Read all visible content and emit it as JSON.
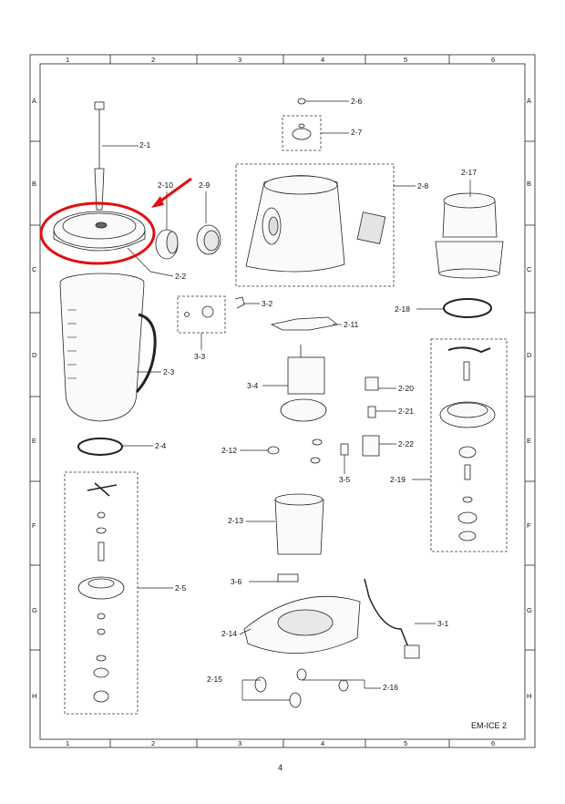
{
  "frame": {
    "col_labels": [
      "1",
      "2",
      "3",
      "4",
      "5",
      "6"
    ],
    "row_labels": [
      "A",
      "B",
      "C",
      "D",
      "E",
      "F",
      "G",
      "H"
    ]
  },
  "parts": [
    {
      "id": "p2-1",
      "label": "2-1"
    },
    {
      "id": "p2-2",
      "label": "2-2"
    },
    {
      "id": "p2-3",
      "label": "2-3"
    },
    {
      "id": "p2-4",
      "label": "2-4"
    },
    {
      "id": "p2-5",
      "label": "2-5"
    },
    {
      "id": "p2-6",
      "label": "2-6"
    },
    {
      "id": "p2-7",
      "label": "2-7"
    },
    {
      "id": "p2-8",
      "label": "2-8"
    },
    {
      "id": "p2-9",
      "label": "2-9"
    },
    {
      "id": "p2-10",
      "label": "2-10"
    },
    {
      "id": "p2-11",
      "label": "2-11"
    },
    {
      "id": "p2-12",
      "label": "2-12"
    },
    {
      "id": "p2-13",
      "label": "2-13"
    },
    {
      "id": "p2-14",
      "label": "2-14"
    },
    {
      "id": "p2-15",
      "label": "2-15"
    },
    {
      "id": "p2-16",
      "label": "2-16"
    },
    {
      "id": "p2-17",
      "label": "2-17"
    },
    {
      "id": "p2-18",
      "label": "2-18"
    },
    {
      "id": "p2-19",
      "label": "2-19"
    },
    {
      "id": "p2-20",
      "label": "2-20"
    },
    {
      "id": "p2-21",
      "label": "2-21"
    },
    {
      "id": "p2-22",
      "label": "2-22"
    },
    {
      "id": "p3-1",
      "label": "3-1"
    },
    {
      "id": "p3-2",
      "label": "3-2"
    },
    {
      "id": "p3-3",
      "label": "3-3"
    },
    {
      "id": "p3-4",
      "label": "3-4"
    },
    {
      "id": "p3-5",
      "label": "3-5"
    },
    {
      "id": "p3-6",
      "label": "3-6"
    }
  ],
  "highlight": {
    "target": "2-2",
    "color": "#e01010"
  },
  "footer": {
    "model": "EM-ICE 2",
    "page_number": "4"
  }
}
